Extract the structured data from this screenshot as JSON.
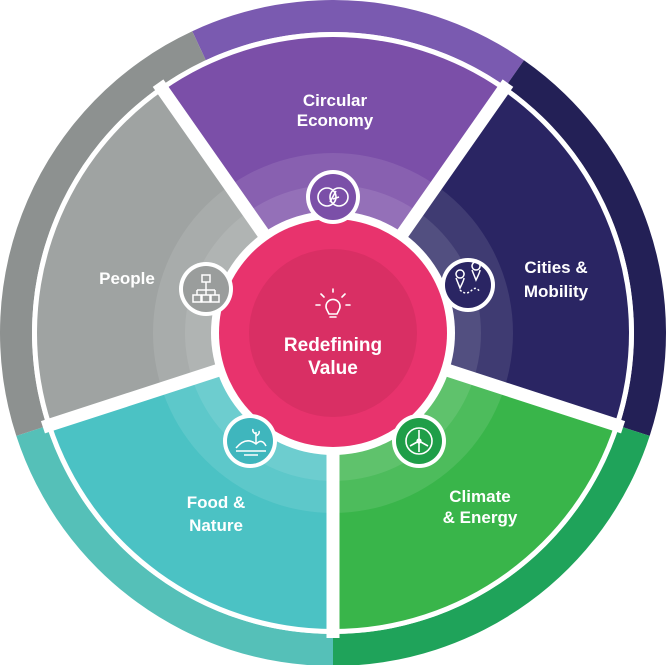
{
  "center": {
    "title_lines": [
      "Redefining",
      "Value"
    ],
    "icon": "lightbulb-icon",
    "color": "#e8336d"
  },
  "segments": [
    {
      "key": "circular-economy",
      "label_lines": [
        "Circular",
        "Economy"
      ],
      "color": "#7b4fa8",
      "ring_color": "#7a5ab0",
      "icon": "circular-economy-icon"
    },
    {
      "key": "cities-mobility",
      "label_lines": [
        "Cities &",
        "Mobility"
      ],
      "color": "#2a2563",
      "ring_color": "#232056",
      "icon": "map-route-icon"
    },
    {
      "key": "climate-energy",
      "label_lines": [
        "Climate",
        "& Energy"
      ],
      "color": "#39b54a",
      "ring_color": "#1fa35a",
      "icon": "wind-turbine-icon"
    },
    {
      "key": "food-nature",
      "label_lines": [
        "Food &",
        "Nature"
      ],
      "color": "#4bc2c4",
      "ring_color": "#55c0b8",
      "icon": "landscape-icon"
    },
    {
      "key": "people",
      "label_lines": [
        "People"
      ],
      "color": "#9fa3a2",
      "ring_color": "#8d9190",
      "icon": "people-network-icon"
    }
  ]
}
